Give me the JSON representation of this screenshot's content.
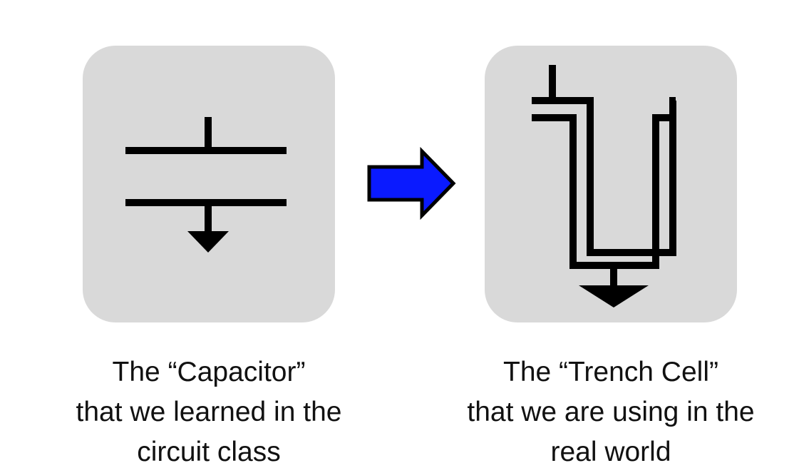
{
  "left": {
    "symbol_icon": "capacitor-symbol-icon",
    "ground_icon": "ground-arrow-icon",
    "caption": {
      "line1": "The “Capacitor”",
      "line2": "that we learned in the",
      "line3": "circuit class"
    }
  },
  "right": {
    "symbol_icon": "trench-cell-icon",
    "ground_icon": "ground-arrow-icon",
    "caption": {
      "line1": "The “Trench Cell”",
      "line2": "that we are using in the",
      "line3": "real world"
    }
  },
  "transition_arrow": {
    "icon": "right-arrow-icon",
    "fill_color": "#0a1aff",
    "stroke_color": "#000000"
  },
  "colors": {
    "panel_background": "#d9d9d9",
    "symbol_stroke": "#000000"
  }
}
